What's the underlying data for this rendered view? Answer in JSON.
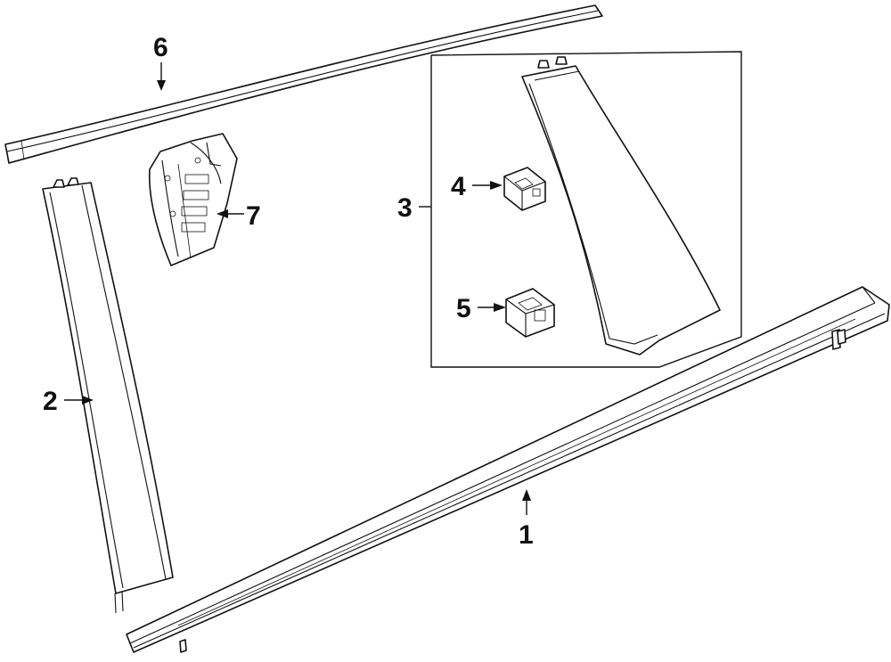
{
  "callouts": {
    "part_1": "1",
    "part_2": "2",
    "part_3": "3",
    "part_4": "4",
    "part_5": "5",
    "part_6": "6",
    "part_7": "7"
  },
  "colors": {
    "line": "#111111",
    "background": "#ffffff"
  }
}
